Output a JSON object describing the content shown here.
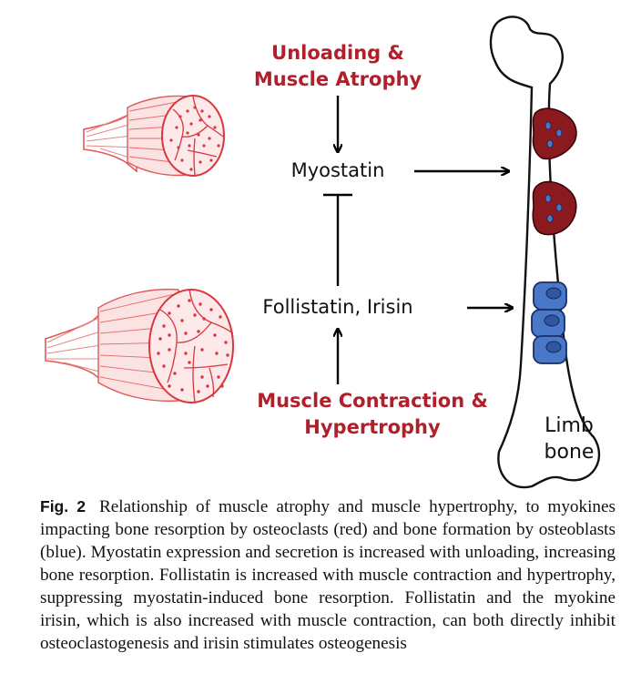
{
  "diagram": {
    "top_label_line1": "Unloading &",
    "top_label_line2": "Muscle Atrophy",
    "myostatin_label": "Myostatin",
    "follistatin_label": "Follistatin, Irisin",
    "bottom_label_line1": "Muscle Contraction &",
    "bottom_label_line2": "Hypertrophy",
    "bone_label_line1": "Limb",
    "bone_label_line2": "bone"
  },
  "colors": {
    "accent_red": "#b01f2a",
    "muscle_red": "#e05a5a",
    "osteoclast": "#8b1a1f",
    "osteoblast": "#4a78c8"
  },
  "caption": {
    "fig_number": "Fig. 2",
    "text": "Relationship of muscle atrophy and muscle hypertrophy, to myokines impacting bone resorption by osteoclasts (red) and bone formation by osteoblasts (blue). Myostatin expression and secretion is increased with unloading, increasing bone resorption. Follistatin is increased with muscle contraction and hypertrophy, suppressing myostatin-induced bone resorption. Follistatin and the myokine irisin, which is also increased with muscle contraction, can both directly inhibit osteoclastogenesis and irisin stimulates osteogenesis"
  }
}
